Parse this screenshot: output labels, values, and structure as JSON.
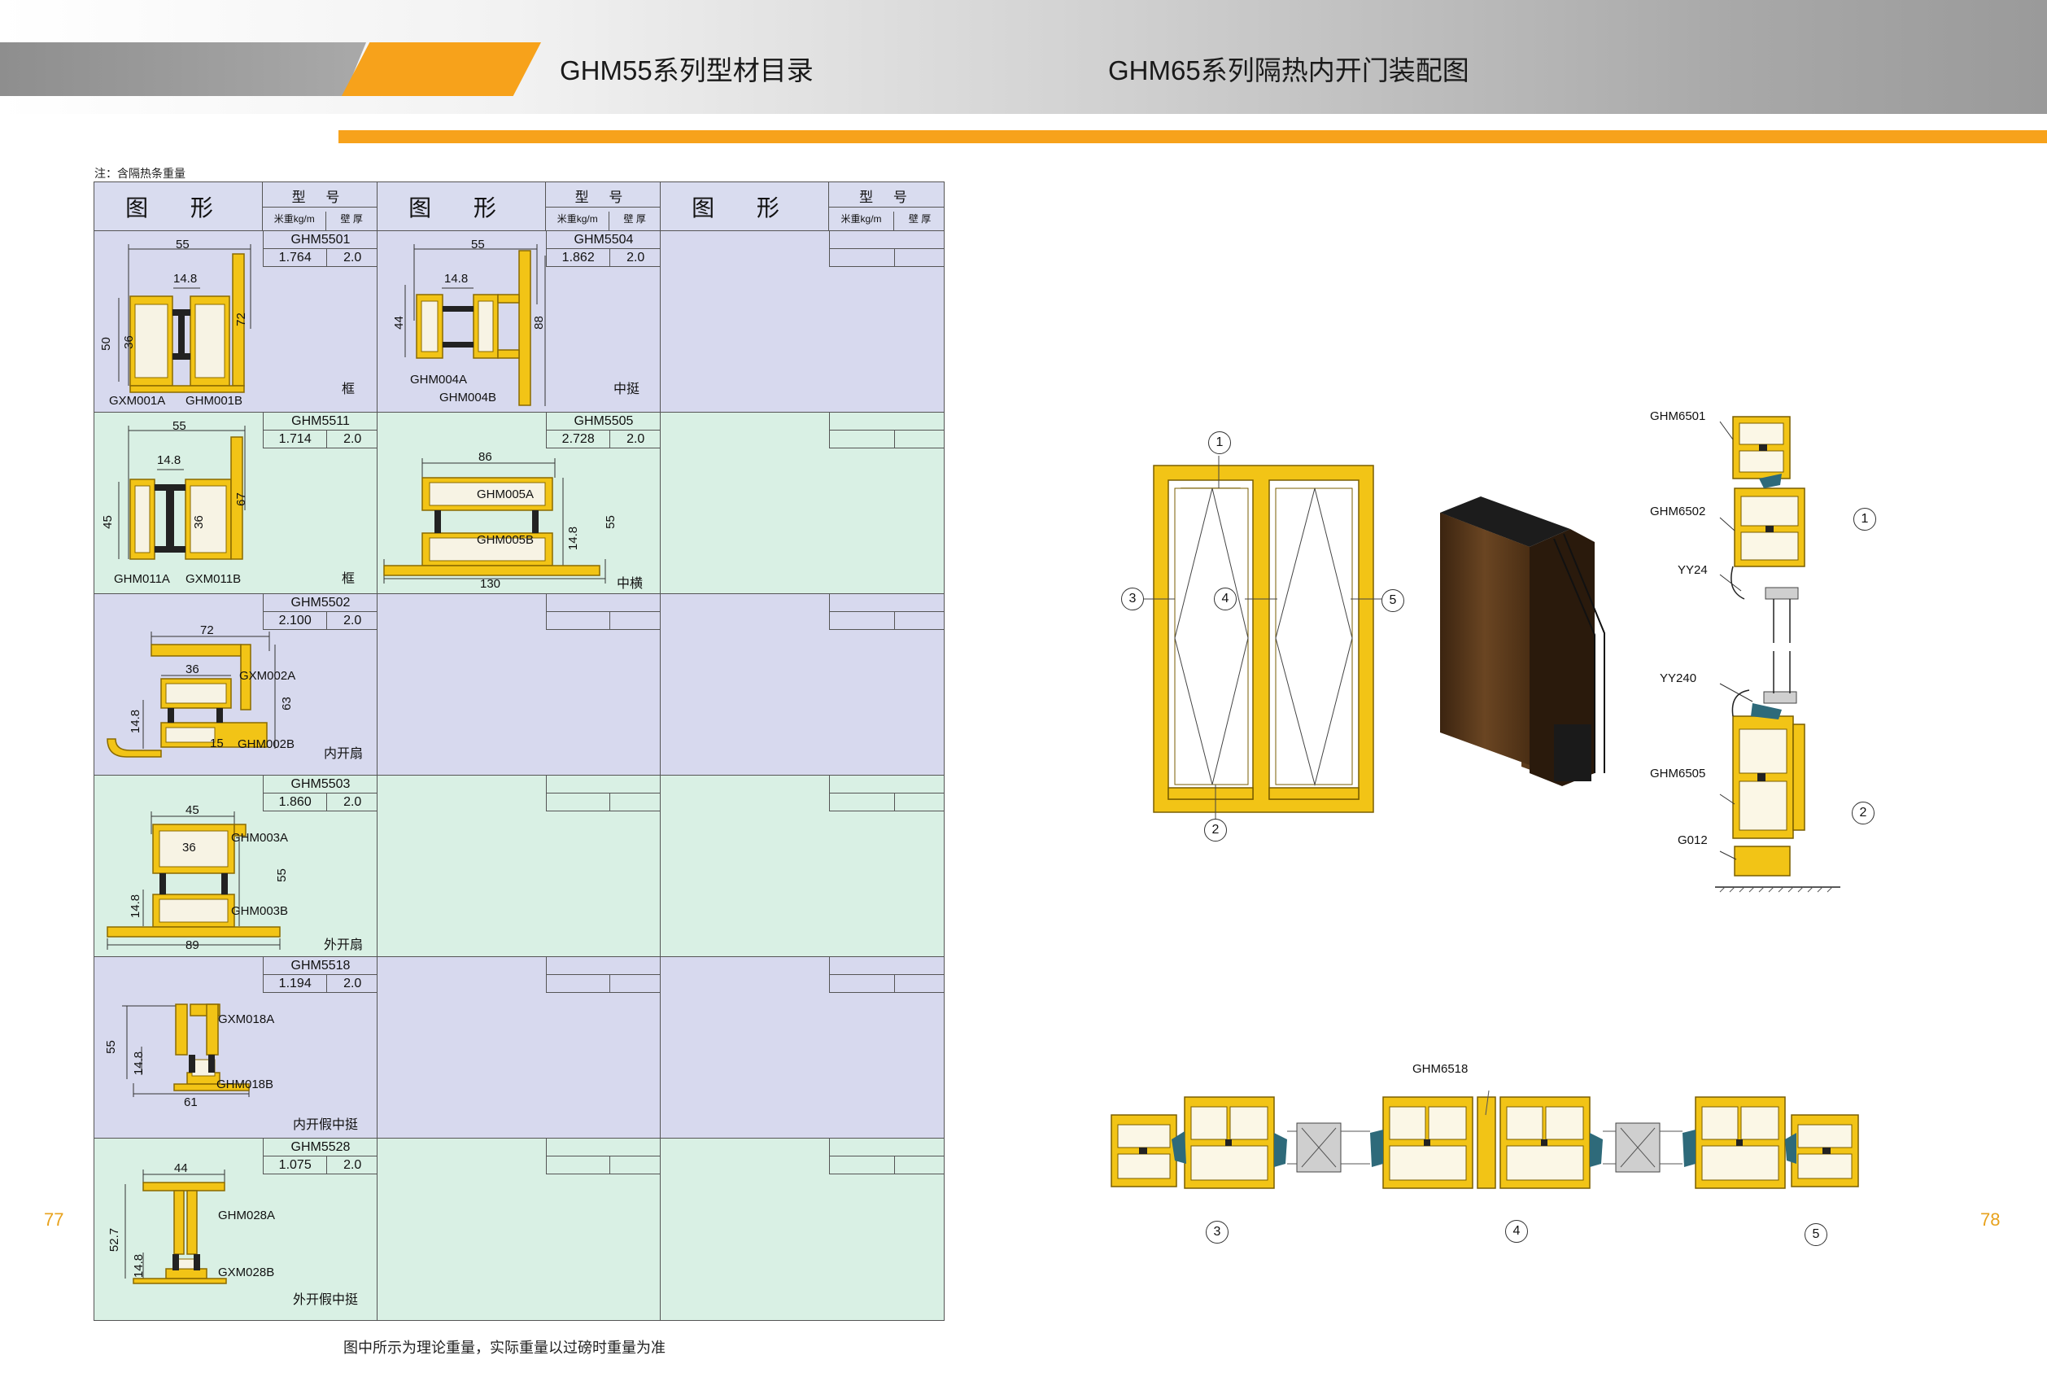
{
  "header": {
    "left_title": "GHM55系列型材目录",
    "right_title": "GHM65系列隔热内开门装配图"
  },
  "catalog": {
    "note": "注：含隔热条重量",
    "col_header": {
      "figure": "图 形",
      "model": "型 号",
      "weight": "米重kg/m",
      "thickness": "壁 厚"
    },
    "rows": [
      [
        {
          "code": "GHM5501",
          "weight": "1.764",
          "thickness": "2.0",
          "kind": "框",
          "labels": [
            "GXM001A",
            "GHM001B"
          ],
          "dims": [
            "55",
            "14.8",
            "72",
            "50",
            "36"
          ]
        },
        {
          "code": "GHM5504",
          "weight": "1.862",
          "thickness": "2.0",
          "kind": "中挺",
          "labels": [
            "GHM004A",
            "GHM004B"
          ],
          "dims": [
            "55",
            "14.8",
            "44",
            "88"
          ]
        },
        {
          "code": "",
          "weight": "",
          "thickness": ""
        }
      ],
      [
        {
          "code": "GHM5511",
          "weight": "1.714",
          "thickness": "2.0",
          "kind": "框",
          "labels": [
            "GHM011A",
            "GXM011B"
          ],
          "dims": [
            "55",
            "14.8",
            "67",
            "45",
            "36"
          ]
        },
        {
          "code": "GHM5505",
          "weight": "2.728",
          "thickness": "2.0",
          "kind": "中横",
          "labels": [
            "GHM005A",
            "GHM005B"
          ],
          "dims": [
            "86",
            "130",
            "55",
            "14.8"
          ]
        },
        {
          "code": "",
          "weight": "",
          "thickness": ""
        }
      ],
      [
        {
          "code": "GHM5502",
          "weight": "2.100",
          "thickness": "2.0",
          "kind": "内开扇",
          "labels": [
            "GXM002A",
            "GHM002B"
          ],
          "dims": [
            "72",
            "36",
            "63",
            "14.8",
            "15"
          ]
        },
        {
          "code": "",
          "weight": "",
          "thickness": ""
        },
        {
          "code": "",
          "weight": "",
          "thickness": ""
        }
      ],
      [
        {
          "code": "GHM5503",
          "weight": "1.860",
          "thickness": "2.0",
          "kind": "外开扇",
          "labels": [
            "GHM003A",
            "GHM003B"
          ],
          "dims": [
            "45",
            "36",
            "55",
            "14.8",
            "89"
          ]
        },
        {
          "code": "",
          "weight": "",
          "thickness": ""
        },
        {
          "code": "",
          "weight": "",
          "thickness": ""
        }
      ],
      [
        {
          "code": "GHM5518",
          "weight": "1.194",
          "thickness": "2.0",
          "kind": "内开假中挺",
          "labels": [
            "GXM018A",
            "GHM018B"
          ],
          "dims": [
            "55",
            "14.8",
            "61"
          ]
        },
        {
          "code": "",
          "weight": "",
          "thickness": ""
        },
        {
          "code": "",
          "weight": "",
          "thickness": ""
        }
      ],
      [
        {
          "code": "GHM5528",
          "weight": "1.075",
          "thickness": "2.0",
          "kind": "外开假中挺",
          "labels": [
            "GHM028A",
            "GXM028B"
          ],
          "dims": [
            "44",
            "52.7",
            "14.8"
          ]
        },
        {
          "code": "",
          "weight": "",
          "thickness": ""
        },
        {
          "code": "",
          "weight": "",
          "thickness": ""
        }
      ]
    ]
  },
  "footer_note": "图中所示为理论重量，实际重量以过磅时重量为准",
  "page_numbers": {
    "left": "77",
    "right": "78"
  },
  "assembly": {
    "door_markers": [
      "1",
      "2",
      "3",
      "4",
      "5"
    ],
    "section_labels": [
      "GHM6501",
      "GHM6502",
      "YY24",
      "YY240",
      "GHM6505",
      "G012"
    ],
    "section_markers": [
      "1",
      "2"
    ],
    "horizontal_label": "GHM6518",
    "horizontal_markers": [
      "3",
      "4",
      "5"
    ]
  },
  "colors": {
    "accent": "#f7a21b",
    "profile_yellow": "#f2c416",
    "lavender": "#d7d9ee",
    "mint": "#d9f0e4",
    "bronze": "#5b3a1b",
    "page_number": "#e8a21c"
  }
}
